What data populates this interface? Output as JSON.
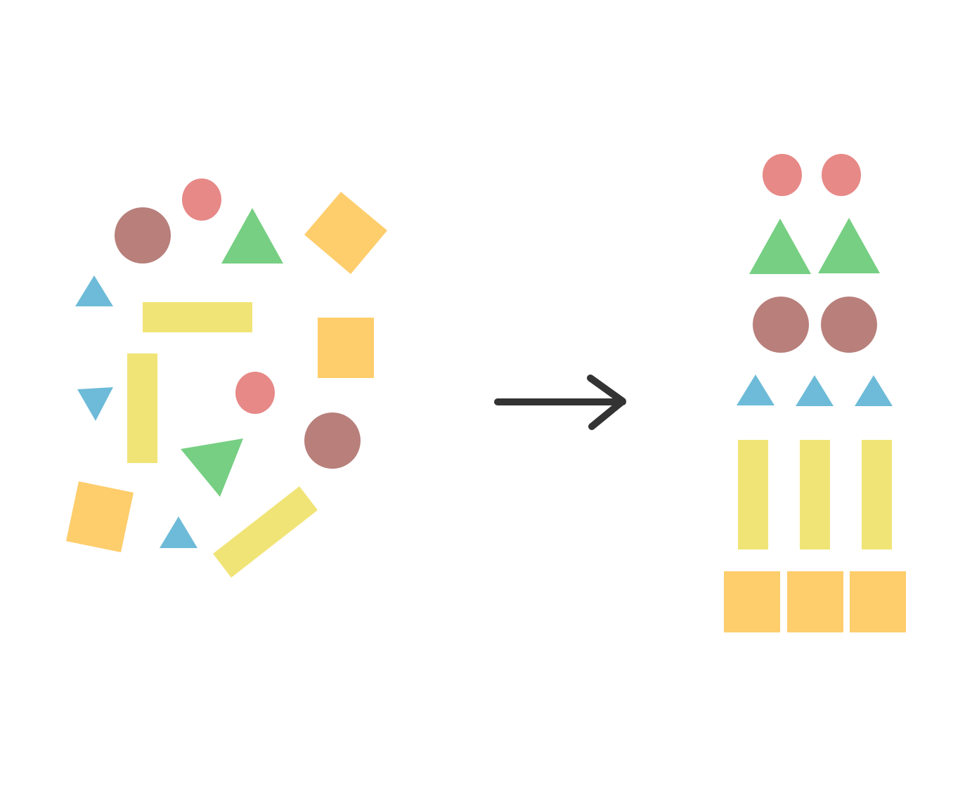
{
  "colors": {
    "background": "#ffffff",
    "pink_circle": "#E78987",
    "mauve_circle": "#B87F7B",
    "green_triangle": "#76CF82",
    "blue_triangle": "#6DBBD8",
    "yellow_bar": "#F1E477",
    "orange_square": "#FECD6C",
    "arrow": "#333333"
  },
  "diagram": {
    "description_shapes": [
      "circle",
      "triangle",
      "rectangle",
      "square"
    ],
    "unsorted_group": {
      "pink_circles": 2,
      "mauve_circles": 2,
      "green_triangles": 2,
      "blue_triangles": 3,
      "yellow_bars": 3,
      "orange_squares": 3
    },
    "sorted_group": {
      "pink_circles": 2,
      "green_triangles": 2,
      "mauve_circles": 2,
      "blue_triangles": 3,
      "yellow_bars": 3,
      "orange_squares": 3
    },
    "arrow_icon": "right-arrow-icon"
  }
}
